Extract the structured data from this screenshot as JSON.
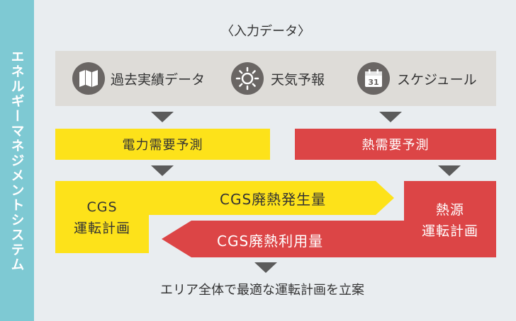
{
  "side_title": "エネルギーマネジメントシステム",
  "input_header": "〈入力データ〉",
  "inputs": [
    {
      "label": "過去実績データ",
      "icon": "map-icon"
    },
    {
      "label": "天気予報",
      "icon": "sun-icon"
    },
    {
      "label": "スケジュール",
      "icon": "calendar-icon",
      "icon_text": "31"
    }
  ],
  "electric_demand_forecast": "電力需要予測",
  "heat_demand_forecast": "熱需要予測",
  "cgs_plan": {
    "line1": "CGS",
    "line2": "運転計画"
  },
  "heat_source_plan": {
    "line1": "熱源",
    "line2": "運転計画"
  },
  "cgs_waste_heat_generation": "CGS廃熱発生量",
  "cgs_waste_heat_use": "CGS廃熱利用量",
  "conclusion": "エリア全体で最適な運転計画を立案",
  "colors": {
    "side_bar": "#7ec9d3",
    "yellow": "#fde21a",
    "red": "#dc4546",
    "icon_bg": "#6a6664",
    "panel_bg": "#dedcd8",
    "arrow": "#5b5b5b"
  }
}
